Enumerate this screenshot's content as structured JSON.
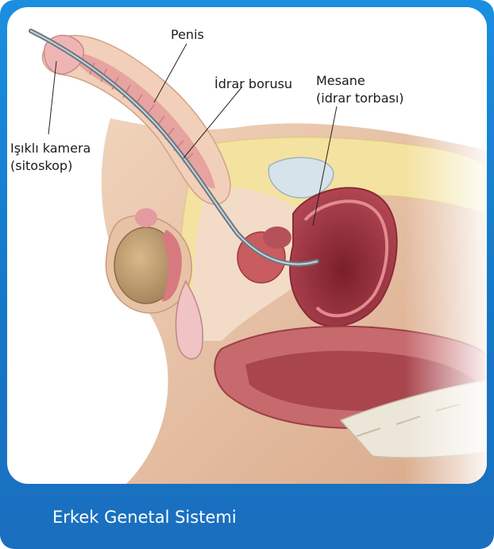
{
  "labels": {
    "penis": "Penis",
    "urethra": "İdrar borusu",
    "bladder_line1": "Mesane",
    "bladder_line2": "(idrar torbası)",
    "camera_line1": "Işıklı kamera",
    "camera_line2": "(sitoskop)"
  },
  "caption": "Erkek Genetal Sistemi",
  "colors": {
    "frame": "#1a7ed4",
    "skin": "#e8c4a8",
    "tissue": "#f2d7b6",
    "muscle": "#b84a55",
    "fat": "#f3e2a0",
    "instrument": "#7f8c96"
  }
}
